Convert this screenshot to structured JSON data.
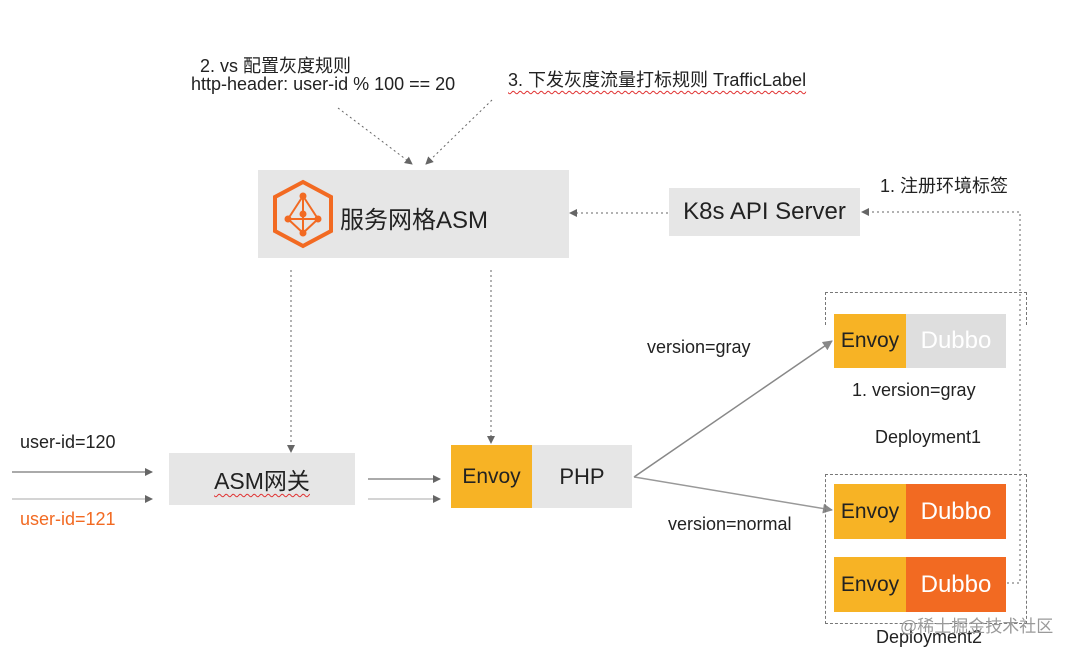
{
  "annotations": {
    "vs_rule_line1": "2. vs 配置灰度规则",
    "vs_rule_line2": "http-header: user-id % 100 == 20",
    "traffic_label": "3. 下发灰度流量打标规则 TrafficLabel",
    "register_tag": "1. 注册环境标签"
  },
  "nodes": {
    "asm_title": "服务网格ASM",
    "k8s_api": "K8s API Server",
    "gateway": "ASM网关",
    "envoy": "Envoy",
    "php": "PHP",
    "dubbo": "Dubbo"
  },
  "users": {
    "user_a": "user-id=120",
    "user_b": "user-id=121"
  },
  "routes": {
    "gray": "version=gray",
    "normal": "version=normal"
  },
  "deployments": {
    "gray_version_label": "1. version=gray",
    "deployment1": "Deployment1",
    "deployment2": "Deployment2"
  },
  "watermark": "@稀土掘金技术社区",
  "colors": {
    "envoy": "#f7b325",
    "dubbo_orange": "#f26a22",
    "dubbo_gray": "#dedede",
    "box_gray": "#e6e6e6",
    "user_b_text": "#f26a22"
  }
}
